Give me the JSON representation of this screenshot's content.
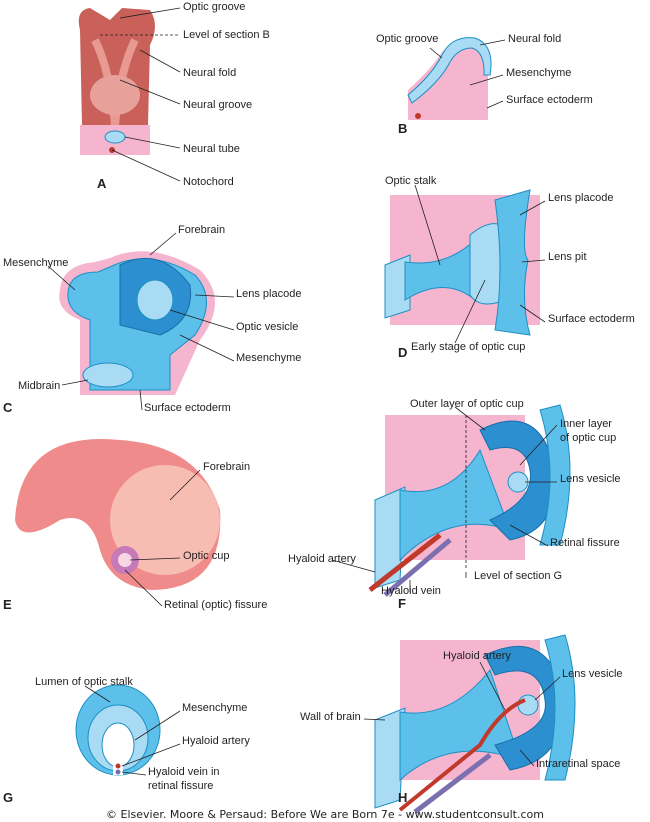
{
  "panels": {
    "A": {
      "letter": "A",
      "labels": [
        "Optic groove",
        "Level of section B",
        "Neural fold",
        "Neural groove",
        "Neural tube",
        "Notochord"
      ]
    },
    "B": {
      "letter": "B",
      "labels": [
        "Optic groove",
        "Neural fold",
        "Mesenchyme",
        "Surface ectoderm"
      ]
    },
    "C": {
      "letter": "C",
      "labels": [
        "Mesenchyme",
        "Forebrain",
        "Lens placode",
        "Optic vesicle",
        "Mesenchyme",
        "Midbrain",
        "Surface ectoderm"
      ]
    },
    "D": {
      "letter": "D",
      "labels": [
        "Optic stalk",
        "Lens placode",
        "Lens pit",
        "Surface ectoderm",
        "Early stage of optic cup"
      ]
    },
    "E": {
      "letter": "E",
      "labels": [
        "Forebrain",
        "Optic cup",
        "Retinal (optic) fissure"
      ]
    },
    "F": {
      "letter": "F",
      "labels": [
        "Outer layer of optic cup",
        "Inner layer",
        "of optic cup",
        "Lens vesicle",
        "Retinal fissure",
        "Hyaloid artery",
        "Level of section G",
        "Hyaloid vein"
      ]
    },
    "G": {
      "letter": "G",
      "labels": [
        "Lumen of optic stalk",
        "Mesenchyme",
        "Hyaloid artery",
        "Hyaloid vein in",
        "retinal fissure"
      ]
    },
    "H": {
      "letter": "H",
      "labels": [
        "Hyaloid artery",
        "Lens vesicle",
        "Wall of brain",
        "Intraretinal space"
      ]
    }
  },
  "footer": "© Elsevier. Moore & Persaud: Before We are Born 7e - www.studentconsult.com"
}
